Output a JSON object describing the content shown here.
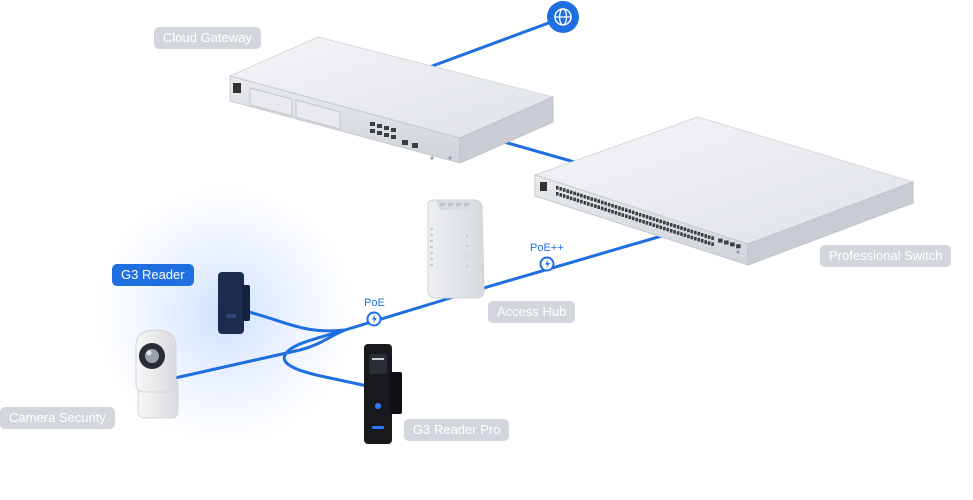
{
  "labels": {
    "cloud_gateway": "Cloud Gateway",
    "professional_switch": "Professional Switch",
    "access_hub": "Access Hub",
    "g3_reader": "G3 Reader",
    "g3_reader_pro": "G3 Reader Pro",
    "camera_security": "Camera Security"
  },
  "links": {
    "poe": "PoE",
    "poe_plus": "PoE++"
  },
  "icons": {
    "internet": "globe-icon",
    "power": "lightning-icon"
  },
  "colors": {
    "link": "#1f6fe0",
    "label_bg": "#d3d6dc",
    "label_active_bg": "#1f6fe0",
    "device_body": "#e6e8ec"
  }
}
